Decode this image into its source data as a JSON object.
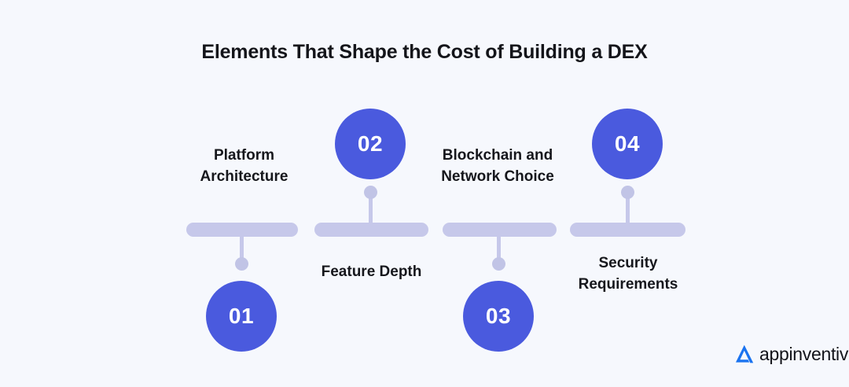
{
  "page": {
    "title": "Elements That Shape the Cost of Building a DEX",
    "background_color": "#f6f8fd"
  },
  "theme": {
    "circle_color": "#4a5ade",
    "bar_color": "#c6c8ea",
    "dot_color": "#c1c4e6",
    "text_color": "#16171c",
    "logo_mark_color": "#1a73f0"
  },
  "timeline": {
    "items": [
      {
        "number": "01",
        "label": "Platform\nArchitecture",
        "circle_position": "below",
        "label_position": "above"
      },
      {
        "number": "02",
        "label": "Feature Depth",
        "circle_position": "above",
        "label_position": "below"
      },
      {
        "number": "03",
        "label": "Blockchain and\nNetwork Choice",
        "circle_position": "below",
        "label_position": "above"
      },
      {
        "number": "04",
        "label": "Security\nRequirements",
        "circle_position": "above",
        "label_position": "below"
      }
    ]
  },
  "footer": {
    "brand_name": "appinventiv",
    "logo_icon": "appinventiv-a-mark-icon"
  }
}
